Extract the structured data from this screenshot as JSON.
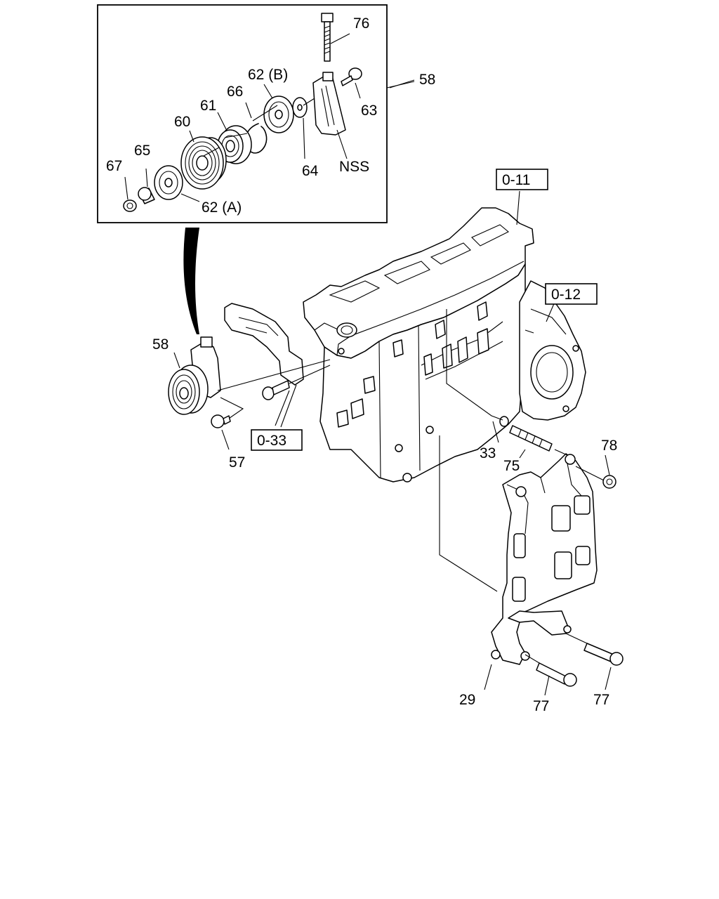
{
  "callouts": {
    "c76": "76",
    "c58_inset": "58",
    "c62b": "62 (B)",
    "c66": "66",
    "c61": "61",
    "c60": "60",
    "c63": "63",
    "c65": "65",
    "c67": "67",
    "c64": "64",
    "c_nss": "NSS",
    "c62a": "62 (A)",
    "c58_main": "58",
    "c57": "57",
    "c33": "33",
    "c75": "75",
    "c78": "78",
    "c29": "29",
    "c77_left": "77",
    "c77_right": "77"
  },
  "ref_boxes": {
    "r0_11": "0-11",
    "r0_12": "0-12",
    "r0_33": "0-33"
  }
}
